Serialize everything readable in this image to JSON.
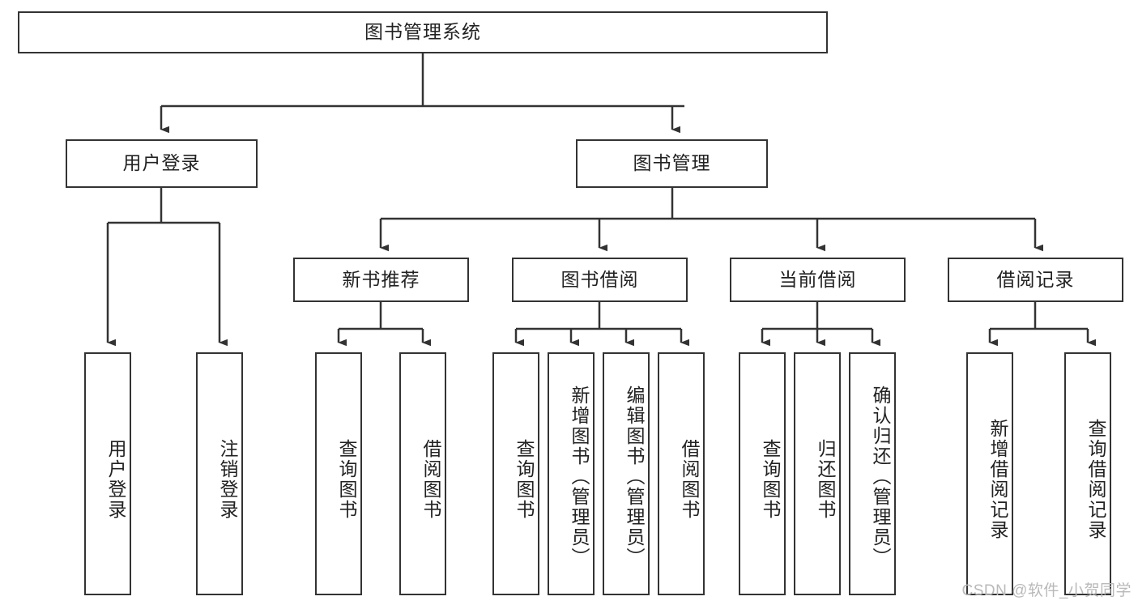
{
  "diagram": {
    "type": "tree",
    "title_node": {
      "label": "图书管理系统"
    },
    "level2": [
      {
        "label": "用户登录"
      },
      {
        "label": "图书管理"
      }
    ],
    "level3": [
      {
        "label": "新书推荐"
      },
      {
        "label": "图书借阅"
      },
      {
        "label": "当前借阅"
      },
      {
        "label": "借阅记录"
      }
    ],
    "leaves": {
      "user_login": [
        {
          "label": "用户登录"
        },
        {
          "label": "注销登录"
        }
      ],
      "new_book_recommend": [
        {
          "label": "查询图书"
        },
        {
          "label": "借阅图书"
        }
      ],
      "book_borrow": [
        {
          "label": "查询图书"
        },
        {
          "label": "新增图书（管理员）"
        },
        {
          "label": "编辑图书（管理员）"
        },
        {
          "label": "借阅图书"
        }
      ],
      "current_borrow": [
        {
          "label": "查询图书"
        },
        {
          "label": "归还图书"
        },
        {
          "label": "确认归还（管理员）"
        }
      ],
      "borrow_record": [
        {
          "label": "新增借阅记录"
        },
        {
          "label": "查询借阅记录"
        }
      ]
    }
  },
  "watermark": {
    "text": "CSDN @软件_小贺同学"
  },
  "colors": {
    "border": "#333333",
    "background": "#ffffff",
    "text": "#222222",
    "watermark": "#b9b9b9"
  }
}
